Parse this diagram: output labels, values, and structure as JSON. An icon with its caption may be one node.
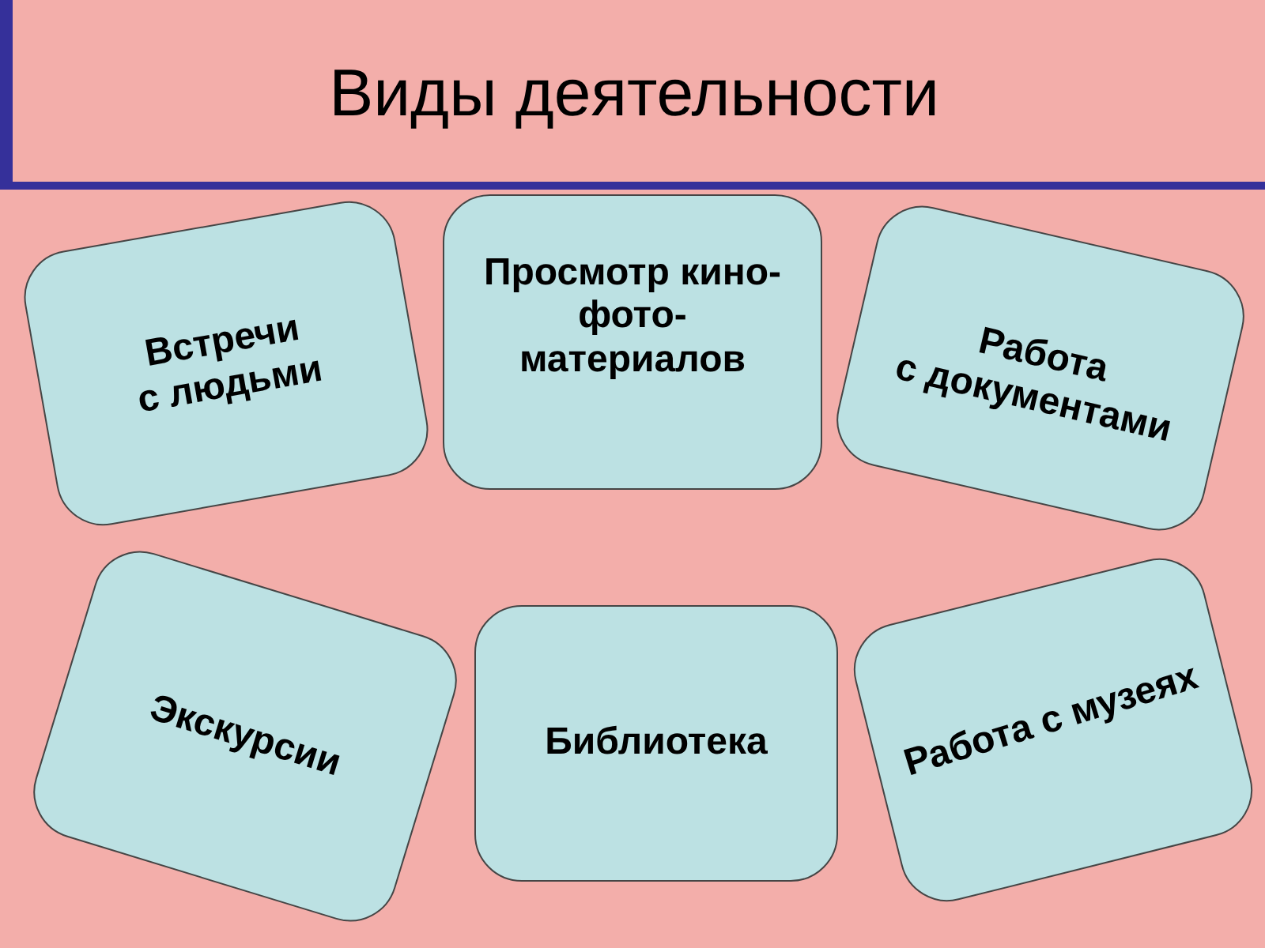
{
  "diagram": {
    "title": "Виды деятельности",
    "nodes": [
      {
        "text": [
          "Встречи с людьми"
        ]
      },
      {
        "text": [
          "Просмотр кино- фото- материалов"
        ]
      },
      {
        "text": [
          "Работа с документами"
        ]
      },
      {
        "text": [
          "Экскурсии"
        ]
      },
      {
        "text": [
          "Библиотека"
        ]
      },
      {
        "text": [
          "Работа с музеях"
        ]
      }
    ]
  }
}
